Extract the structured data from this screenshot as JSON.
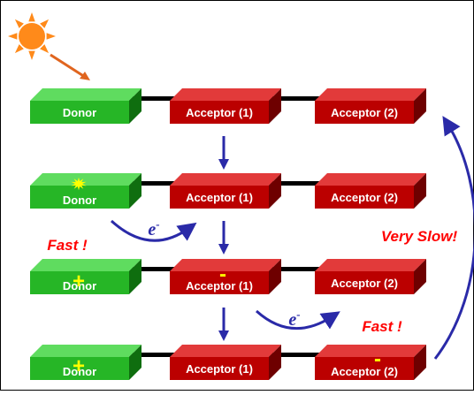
{
  "colors": {
    "donor_front": "#26b626",
    "donor_top": "#5fdc5f",
    "donor_side": "#0f6e0f",
    "acceptor_front": "#bb0000",
    "acceptor_top": "#e23a3a",
    "acceptor_side": "#6e0000",
    "box_text": "#ffffff",
    "charge": "#ffff00",
    "arrow": "#2a2aa8",
    "rate_label": "#ff0000",
    "sun": "#ff8a1a",
    "sun_ray": "#e0651f"
  },
  "labels": {
    "donor": "Donor",
    "acceptor1": "Acceptor (1)",
    "acceptor2": "Acceptor (2)"
  },
  "charges": {
    "plus": "+",
    "minus": "-"
  },
  "electron": {
    "base": "e",
    "sup": "-"
  },
  "rates": {
    "fast_1": "Fast !",
    "fast_2": "Fast !",
    "very_slow": "Very Slow!"
  },
  "icons": {
    "sun": "sun-icon",
    "excited_star": "starburst-icon"
  }
}
